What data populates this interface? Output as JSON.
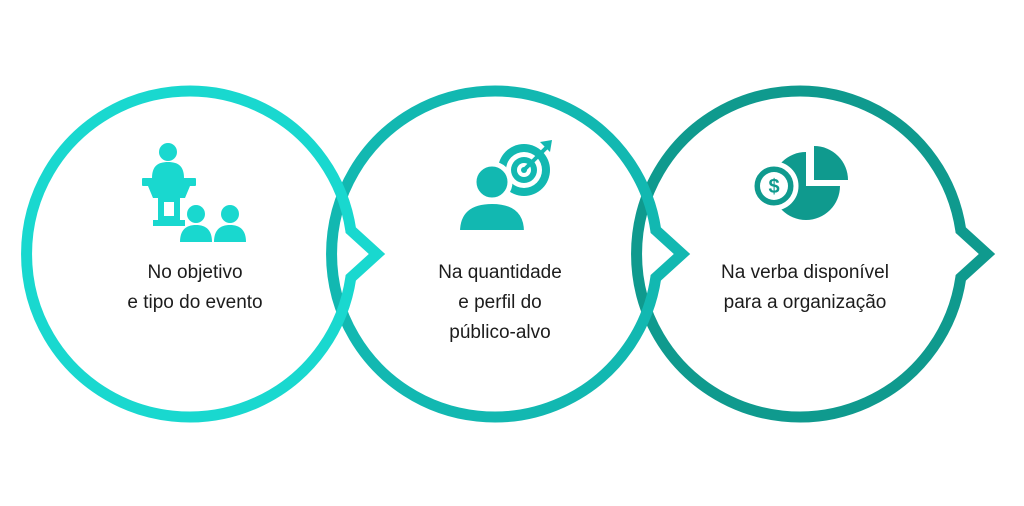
{
  "colors": {
    "ring_1": "#19d8cf",
    "ring_2": "#12b8b1",
    "ring_3": "#0f9a8e",
    "text": "#1c1c1c"
  },
  "steps": [
    {
      "icon": "presentation-audience-icon",
      "lines": [
        "No objetivo",
        "e tipo do evento"
      ]
    },
    {
      "icon": "target-audience-icon",
      "lines": [
        "Na quantidade",
        "e perfil do",
        "público-alvo"
      ]
    },
    {
      "icon": "budget-pie-chart-icon",
      "lines": [
        "Na verba disponível",
        "para a organização"
      ]
    }
  ]
}
